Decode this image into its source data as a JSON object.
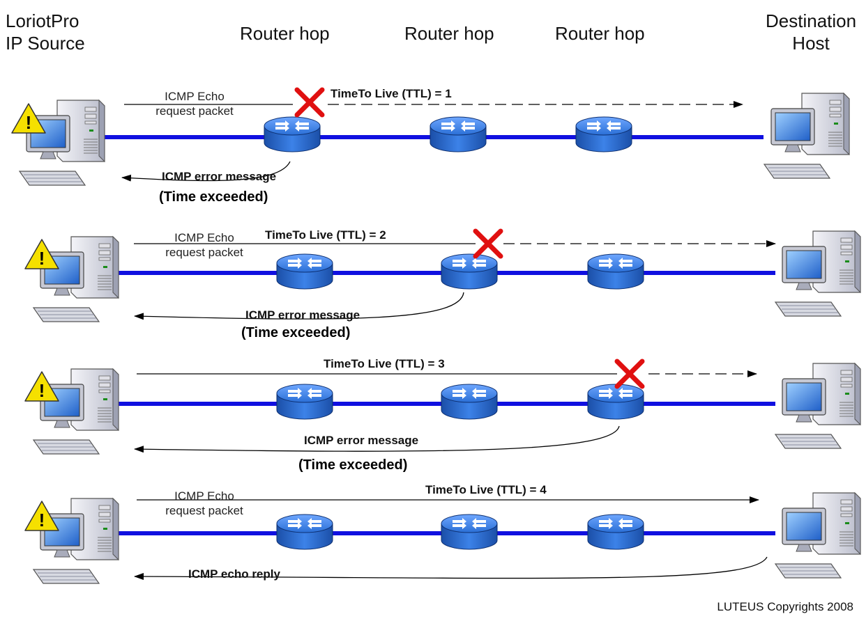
{
  "headers": {
    "source": "LoriotPro IP Source",
    "source_line1": "LoriotPro",
    "source_line2": "IP Source",
    "router1": "Router hop",
    "router2": "Router hop",
    "router3": "Router hop",
    "dest": "Destination Host",
    "dest_line1": "Destination",
    "dest_line2": "Host"
  },
  "rows": [
    {
      "echo_label_1": "ICMP Echo",
      "echo_label_2": "request packet",
      "ttl_label": "TimeTo Live (TTL) = 1",
      "error_label": "ICMP error message",
      "exceeded_label": "(Time exceeded)",
      "drop_at_hop": 1
    },
    {
      "echo_label_1": "ICMP Echo",
      "echo_label_2": "request packet",
      "ttl_label": "TimeTo Live (TTL) = 2",
      "error_label": "ICMP error message",
      "exceeded_label": "(Time exceeded)",
      "drop_at_hop": 2
    },
    {
      "ttl_label": "TimeTo Live (TTL) = 3",
      "error_label": "ICMP error message",
      "exceeded_label": "(Time exceeded)",
      "drop_at_hop": 3
    },
    {
      "echo_label_1": "ICMP Echo",
      "echo_label_2": "request packet",
      "ttl_label": "TimeTo Live (TTL) = 4",
      "reply_label": "ICMP echo reply",
      "drop_at_hop": 0
    }
  ],
  "footer": {
    "copyright": "LUTEUS Copyrights 2008"
  },
  "colors": {
    "network_line": "#1010e0",
    "router_fill": "#2a6fd6",
    "drop_mark": "#e01010",
    "warning": "#f5e000"
  },
  "icons": [
    "warning-icon",
    "source-computer-icon",
    "router-icon",
    "drop-x-icon",
    "destination-computer-icon"
  ]
}
